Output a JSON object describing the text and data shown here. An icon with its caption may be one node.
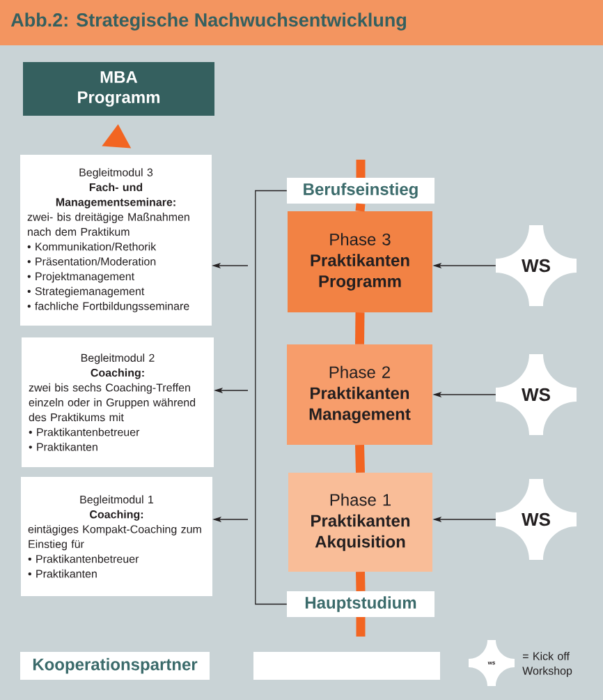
{
  "diagram": {
    "title": "Abb.2: Strategische Nachwuchsentwicklung",
    "nodes": [
      {
        "text": [
          "MBA Programm"
        ]
      },
      {
        "text": [
          "Begleitmodul 3",
          "Fach- und Managementseminare:",
          "zwei- bis dreitägige Maßnahmen nach dem Praktikum",
          "• Kommunikation/Rethorik",
          "• Präsentation/Moderation",
          "• Projektmanagement",
          "• Strategiemanagement",
          "• fachliche Fortbildungsseminare"
        ]
      },
      {
        "text": [
          "Begleitmodul 2",
          "Coaching:",
          "zwei bis sechs Coaching-Treffen einzeln oder in Gruppen während des Praktikums mit",
          "• Praktikantenbetreuer",
          "• Praktikanten"
        ]
      },
      {
        "text": [
          "Begleitmodul 1",
          "Coaching:",
          "eintägiges Kompakt-Coaching zum Einstieg für",
          "• Praktikantenbetreuer",
          "• Praktikanten"
        ]
      },
      {
        "text": [
          "Berufseinstieg"
        ]
      },
      {
        "text": [
          "Phase 3",
          "Praktikanten Programm"
        ]
      },
      {
        "text": [
          "Phase 2",
          "Praktikanten Management"
        ]
      },
      {
        "text": [
          "Phase 1",
          "Praktikanten Akquisition"
        ]
      },
      {
        "text": [
          "Hauptstudium"
        ]
      },
      {
        "text": [
          "WS"
        ]
      },
      {
        "text": [
          "WS"
        ]
      },
      {
        "text": [
          "WS"
        ]
      },
      {
        "text": [
          "Kooperationspartner"
        ]
      },
      {
        "text": [],
        "shape": "box"
      }
    ],
    "edges": [
      {
        "from": 9,
        "to": 5,
        "arrow": "to"
      },
      {
        "from": 10,
        "to": 6,
        "arrow": "to"
      },
      {
        "from": 11,
        "to": 7,
        "arrow": "to"
      },
      {
        "from": 4,
        "to": 8,
        "arrow": "none"
      },
      {
        "from": null,
        "to": 1,
        "arrow": "to"
      },
      {
        "from": null,
        "to": 2,
        "arrow": "to"
      },
      {
        "from": null,
        "to": 3,
        "arrow": "to"
      },
      {
        "from": 1,
        "to": 0,
        "arrow": "to",
        "color": "#f26522"
      },
      {
        "from": 4,
        "to": 5,
        "arrow": "none",
        "style": "thick",
        "color": "#f26522"
      },
      {
        "from": 5,
        "to": 6,
        "arrow": "none",
        "style": "thick",
        "color": "#f26522"
      },
      {
        "from": 6,
        "to": 7,
        "arrow": "none",
        "style": "thick",
        "color": "#f26522"
      },
      {
        "from": 7,
        "to": 8,
        "arrow": "none",
        "style": "thick",
        "color": "#f26522"
      }
    ],
    "labels": [
      "ws"
    ],
    "legend": [
      {
        "text": "= Kick off Workshop"
      }
    ]
  }
}
